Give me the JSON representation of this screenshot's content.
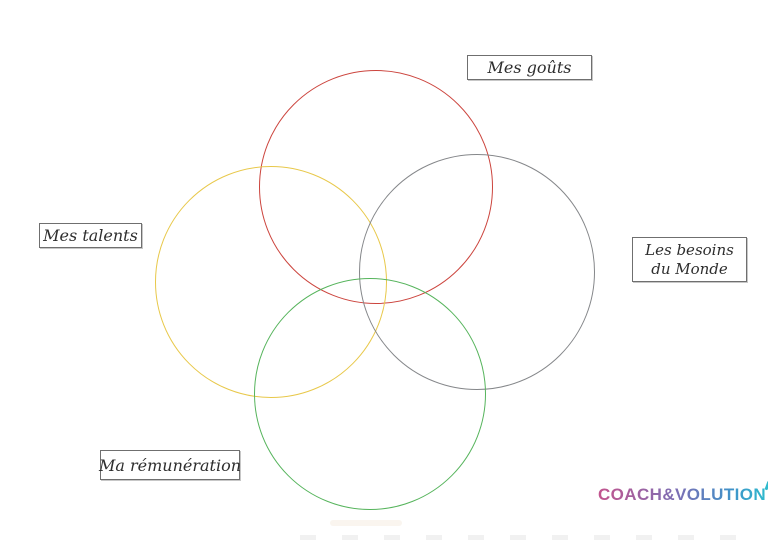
{
  "diagram": {
    "type": "venn-4-circles-ikigai",
    "labels": {
      "tastes": "Mes goûts",
      "talents": "Mes talents",
      "world_needs": {
        "line1": "Les besoins",
        "line2": "du Monde"
      },
      "remuneration": "Ma rémunération"
    },
    "circle_colors": {
      "tastes": "#cc453e",
      "talents": "#e8c84a",
      "world_needs": "#85878a",
      "remuneration": "#56b45c"
    },
    "label_box_border_color": "#6f6f6f",
    "label_text_color": "#2e2e2e"
  },
  "branding": {
    "logo_text": "COACH&VOLUTION",
    "logo_gradient_start": "#c3548e",
    "logo_gradient_mid": "#7a6fb5",
    "logo_gradient_end": "#2fbacd"
  }
}
